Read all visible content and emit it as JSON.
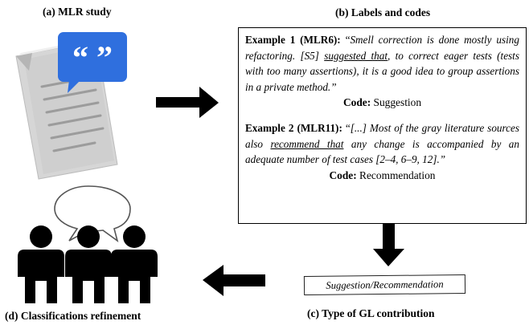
{
  "captions": {
    "a": "(a) MLR study",
    "b": "(b) Labels and codes",
    "c": "(c) Type of GL contribution",
    "d": "(d) Classifications refinement"
  },
  "examples": [
    {
      "label": "Example 1 (MLR6):",
      "quote_open": " “",
      "text_before": "Smell correction is done mostly using refactoring. [S5] ",
      "underlined": "suggested that",
      "text_after": ", to correct eager tests (tests with too many assertions), it is a good idea to group assertions in a private method.”",
      "code_label": "Code:",
      "code_value": " Suggestion"
    },
    {
      "label": "Example 2 (MLR11):",
      "quote_open": " “",
      "text_before": "[...] Most of the gray literature sources also ",
      "underlined": "recommend that",
      "text_after": " any change is accompanied by an adequate number of test cases [2–4, 6–9, 12].”",
      "code_label": "Code:",
      "code_value": " Recommendation"
    }
  ],
  "gl_contribution": "Suggestion/Recommendation",
  "icons": {
    "document": "document-with-quote-icon",
    "quote_glyph": "“ ”",
    "people": "people-group-icon",
    "speech": "speech-bubble-icon"
  },
  "colors": {
    "quote_bubble": "#2f6fde",
    "document_gray": "#c9c9c9",
    "arrow": "#000000"
  }
}
